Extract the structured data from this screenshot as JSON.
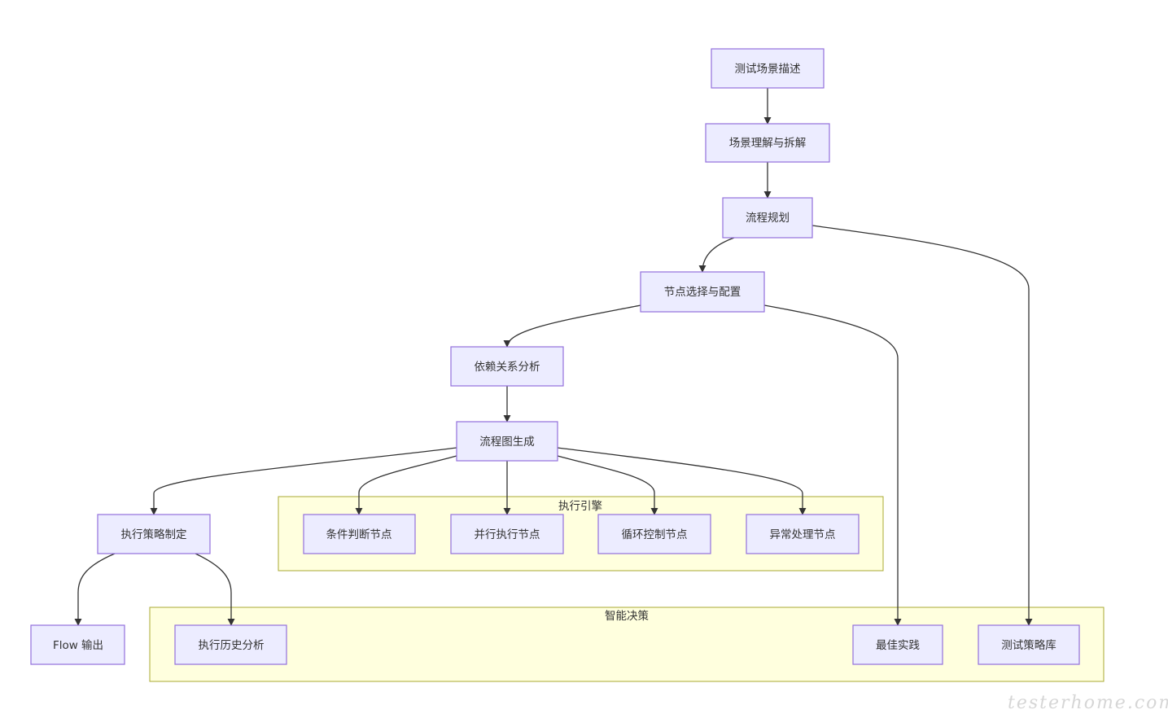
{
  "diagram": {
    "nodes": {
      "scenario_desc": "测试场景描述",
      "scenario_understand": "场景理解与拆解",
      "flow_plan": "流程规划",
      "node_select": "节点选择与配置",
      "dependency": "依赖关系分析",
      "flowchart_gen": "流程图生成",
      "exec_strategy": "执行策略制定",
      "cond_node": "条件判断节点",
      "parallel_node": "并行执行节点",
      "loop_node": "循环控制节点",
      "exception_node": "异常处理节点",
      "flow_output": "Flow 输出",
      "exec_history": "执行历史分析",
      "best_practice": "最佳实践",
      "strategy_lib": "测试策略库"
    },
    "clusters": {
      "engine": "执行引擎",
      "decision": "智能决策"
    },
    "edges": [
      [
        "scenario_desc",
        "scenario_understand"
      ],
      [
        "scenario_understand",
        "flow_plan"
      ],
      [
        "flow_plan",
        "node_select"
      ],
      [
        "flow_plan",
        "strategy_lib"
      ],
      [
        "node_select",
        "dependency"
      ],
      [
        "node_select",
        "best_practice"
      ],
      [
        "dependency",
        "flowchart_gen"
      ],
      [
        "flowchart_gen",
        "exec_strategy"
      ],
      [
        "flowchart_gen",
        "cond_node"
      ],
      [
        "flowchart_gen",
        "parallel_node"
      ],
      [
        "flowchart_gen",
        "loop_node"
      ],
      [
        "flowchart_gen",
        "exception_node"
      ],
      [
        "exec_strategy",
        "flow_output"
      ],
      [
        "exec_strategy",
        "exec_history"
      ]
    ]
  },
  "colors": {
    "node_fill": "#ECECFF",
    "node_stroke": "#9370DB",
    "cluster_fill": "#ffffde",
    "cluster_stroke": "#aaaa33",
    "edge": "#333333"
  },
  "watermark": "testerhome.com"
}
